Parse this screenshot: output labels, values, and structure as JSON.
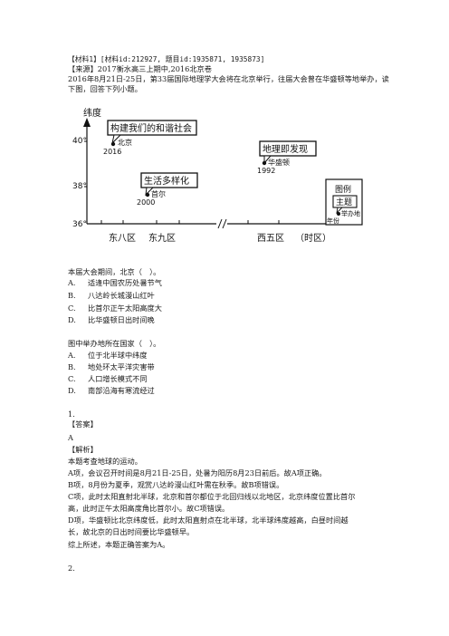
{
  "header": {
    "material_line": "【材料1】[材料id:212927, 题目id:1935871, 1935873]",
    "source_line": "【来源】2017衡水高三上期中,2016北京卷",
    "intro": "2016年8月21日-25日，第33届国际地理学大会将在北京举行，往届大会曾在华盛顿等地举办，读下图，回答下列小题。"
  },
  "figure": {
    "y_axis_title": "纬度",
    "y_ticks": [
      "40°",
      "38°",
      "36°"
    ],
    "x_ticks": [
      "东八区",
      "东九区",
      "西五区"
    ],
    "x_unit": "（时区）",
    "events": [
      {
        "theme": "构建我们的和谐社会",
        "city": "北京",
        "year": "2016"
      },
      {
        "theme": "生活多样化",
        "city": "首尔",
        "year": "2000"
      },
      {
        "theme": "地理即发现",
        "city": "华盛顿",
        "year": "1992"
      }
    ],
    "legend": {
      "title": "图例",
      "theme": "主题",
      "city": "举办地",
      "year": "年份"
    }
  },
  "q1": {
    "stem": "本届大会期间，北京（　）。",
    "options": [
      {
        "letter": "A.",
        "text": "适逢中国农历处暑节气"
      },
      {
        "letter": "B.",
        "text": "八达岭长城漫山红叶"
      },
      {
        "letter": "C.",
        "text": "比首尔正午太阳高度大"
      },
      {
        "letter": "D.",
        "text": "比华盛顿日出时间晚"
      }
    ]
  },
  "q2": {
    "stem": "图中举办地所在国家（　）。",
    "options": [
      {
        "letter": "A.",
        "text": "位于北半球中纬度"
      },
      {
        "letter": "B.",
        "text": "地处环太平洋灾害带"
      },
      {
        "letter": "C.",
        "text": "人口增长模式不同"
      },
      {
        "letter": "D.",
        "text": "南部沿海有寒流经过"
      }
    ]
  },
  "answer1": {
    "number": "1.",
    "answer_label": "【答案】",
    "answer": "A",
    "analysis_label": "【解析】",
    "lines": [
      "本题考查地球的运动。",
      "A项，会议召开时间是8月21日-25日，处暑为阳历8月23日前后。故A项正确。",
      "B项，8月份为夏季，观赏八达岭漫山红叶需在秋季。故B项错误。",
      "C项，此时太阳直射北半球，北京和首尔都位于北回归线以北地区，北京纬度位置比首尔",
      "高，此时正午太阳高度角比首尔小。故C项错误。",
      "D项，华盛顿比北京纬度低，此时太阳直射点在北半球，北半球纬度越高，白昼时间越",
      "长，故北京的日出时间要比华盛顿早。",
      "综上所述，本题正确答案为A。"
    ]
  },
  "answer2": {
    "number": "2."
  }
}
